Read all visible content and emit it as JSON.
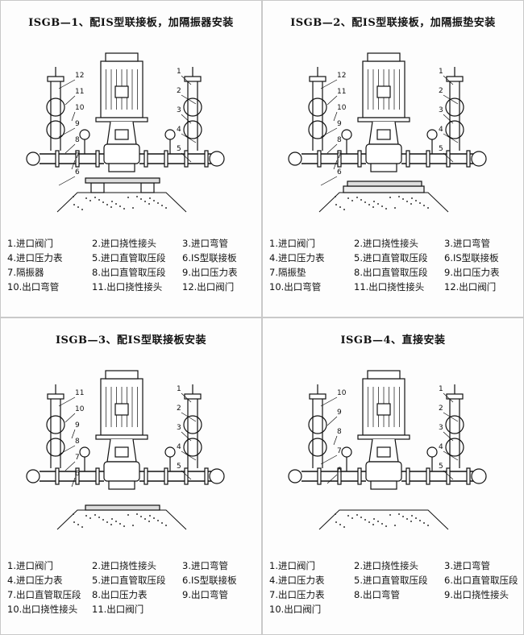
{
  "panels": [
    {
      "title": "ISGB—1、配IS型联接板，加隔振器安装",
      "base": "isolator",
      "callouts": [
        "12",
        "11",
        "10",
        "9",
        "8",
        "7",
        "1",
        "2",
        "3",
        "4",
        "5",
        "6"
      ],
      "legend": [
        "1.进口阀门",
        "2.进口挠性接头",
        "3.进口弯管",
        "4.进口压力表",
        "5.进口直管取压段",
        "6.IS型联接板",
        "7.隔振器",
        "8.出口直管取压段",
        "9.出口压力表",
        "10.出口弯管",
        "11.出口挠性接头",
        "12.出口阀门"
      ]
    },
    {
      "title": "ISGB—2、配IS型联接板，加隔振垫安装",
      "base": "pad",
      "callouts": [
        "12",
        "11",
        "10",
        "9",
        "8",
        "7",
        "1",
        "2",
        "3",
        "4",
        "5",
        "6"
      ],
      "legend": [
        "1.进口阀门",
        "2.进口挠性接头",
        "3.进口弯管",
        "4.进口压力表",
        "5.进口直管取压段",
        "6.IS型联接板",
        "7.隔振垫",
        "8.出口直管取压段",
        "9.出口压力表",
        "10.出口弯管",
        "11.出口挠性接头",
        "12.出口阀门"
      ]
    },
    {
      "title": "ISGB—3、配IS型联接板安装",
      "base": "plate",
      "callouts": [
        "11",
        "10",
        "9",
        "8",
        "7",
        "1",
        "2",
        "3",
        "4",
        "5",
        "6"
      ],
      "legend": [
        "1.进口阀门",
        "2.进口挠性接头",
        "3.进口弯管",
        "4.进口压力表",
        "5.进口直管取压段",
        "6.IS型联接板",
        "7.出口直管取压段",
        "8.出口压力表",
        "9.出口弯管",
        "10.出口挠性接头",
        "11.出口阀门"
      ]
    },
    {
      "title": "ISGB—4、直接安装",
      "base": "direct",
      "callouts": [
        "10",
        "9",
        "8",
        "7",
        "6",
        "1",
        "2",
        "3",
        "4",
        "5"
      ],
      "legend": [
        "1.进口阀门",
        "2.进口挠性接头",
        "3.进口弯管",
        "4.进口压力表",
        "5.进口直管取压段",
        "6.出口直管取压段",
        "7.出口压力表",
        "8.出口弯管",
        "9.出口挠性接头",
        "10.出口阀门"
      ]
    }
  ]
}
